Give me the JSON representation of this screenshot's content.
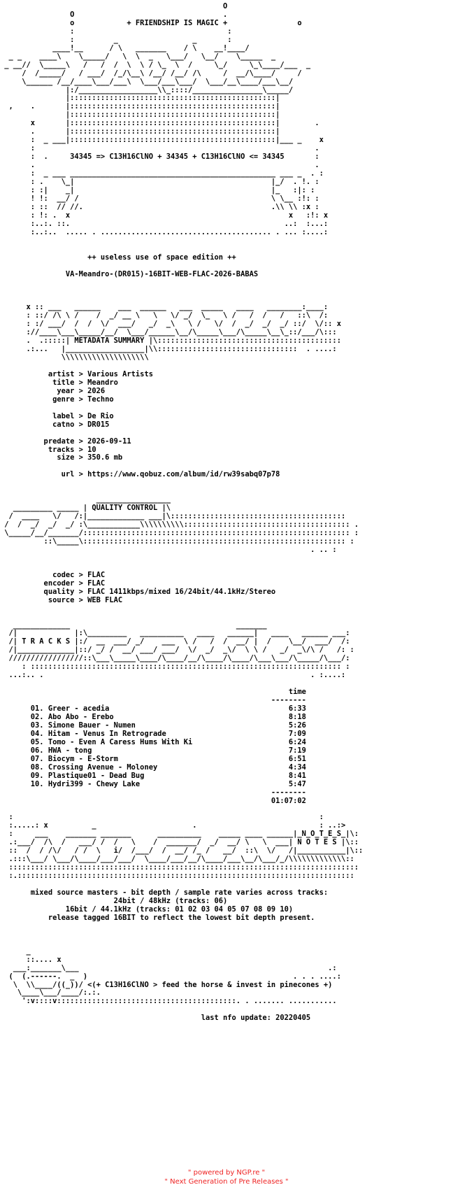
{
  "nfo_text": "                                                   O\n                O                                  .\n                o            + FRIENDSHIP IS MAGIC +                o\n                :                                   :\n                :         _                 _       :\n            ____!__      / \\   _______    / \\    __!____/\n  _ _    ____\\    \\_____/   \\  \\  _   \\___/   \\__/    \\_____  _\n _ __//  \\_____\\   /   /  /  \\  \\ / \\_  \\  /     \\_/     \\_\\____/___  _\n     /  /_____/   / ___/  /_/\\__\\ /__/ /__/ /\\     /  __/\\____/     /\n     \\______ /__/____\\___/___\\  \\___/___\\___/  \\___/__\\____/___\\__/\n               |:/__________________\\\\_::::/________________\\_____/\n               |:::::::::::::::::::::::::::::::::::::::::::::::|\n  ,    .       |:::::::::::::::::::::::::::::::::::::::::::::::|\n               |:::::::::::::::::::::::::::::::::::::::::::::::|\n       x       |:::::::::::::::::::::::::::::::::::::::::::::::|        .\n       .       |:::::::::::::::::::::::::::::::::::::::::::::::|\n       :  _ ___|:::::::::::::::::::::::::::::::::::::::::::::::|___ _    x\n       :                                                                .\n       :  .     34345 => C13H16ClNO + 34345 + C13H16ClNO <= 34345       :\n       .                                                                .\n       :  _ ___ _______________________________________________ ___ _  . :\n       : .    \\_|                                             |_/  . !. :\n       : :|    _|                                             |_   :|: :\n       ! !:  __/ /                                            \\ \\__ :!: :\n       : ::  // //.                                           .\\\\ \\\\ :x :\n       : !: .  x                                                  x   :!: x\n       :..:. ::.                                                 ..:  :...:\n       :..:..  ..... . ....................................... . ... :....:\n\n\n                    ++ useless use of space edition ++\n\n               VA-Meandro-(DR015)-16BIT-WEB-FLAC-2026-BABAS\n\n\n\n      x :: ___   ______    ___  ______   ___  _____   ____   ________:____:\n      : ::/ /\\ \\ /    /  _/ __ \\   \\   \\/ _/  \\_   \\ /   /  /   /   ::\\  /:\n      : :/ ___/  /  /  \\/  ___/   _/  _\\   \\ /   \\/  /  _/  _/  _/ ::/  \\/:: x\n      ://____\\___\\_____/__/  \\___/______\\__/\\_____\\___/\\_____\\__\\_::/___/\\:::\n      .  .:::::| METADATA SUMMARY |\\::::::::::::::::::::::::::::::::::::::::::\n      .:...   |__________________|\\\\::::::::::::::::::::::::::::::::  . ....:\n              \\\\\\\\\\\\\\\\\\\\\\\\\\\\\\\\\\\\\\\\\n\n           artist > Various Artists\n            title > Meandro\n             year > 2026\n            genre > Techno\n\n            label > De Rio\n            catno > DR015\n\n          predate > 2026-09-11\n           tracks > 10\n             size > 350.6 mb\n\n              url > https://www.qobuz.com/album/id/rw39sabq07p78\n\n\n                      _________________\n   _________ _____ | QUALITY CONTROL |\\\n  /  ____   \\/   /:|_____________ ___|\\::::::::::::::::::::::::::::::::::::::::\n /  /  _/  _/  _/ :\\____________\\\\\\\\\\\\\\\\\\\\:::::::::::::::::::::::::::::::::::::: .\n \\_____/__/_______/::::::::::::::::::::::::::::::::::::::::::::::::::::::::::::: :\n          ::\\_____\\:::::::::::::::::::::::::::::::::::::::::::::::::::::::::::: :\n                                                                       . .. :\n\n\n            codec > FLAC\n          encoder > FLAC\n          quality > FLAC 1411kbps/mixed 16/24bit/44.1kHz/Stereo\n           source > WEB FLAC\n\n\n   _____________                                      _______\n  /|             |:\\_________   __________   ____   ______|   ____   ______ ___:\n  /| T R A C K S |:/  __  ___/ _/    ___  \\ /   /  /  __/ |  /    \\__/  ___/  /:\n  /|_____________|::/ _/ /  __/ ___/ ___/  \\/  _/  _\\/  \\ \\ /   _/  _\\/\\ /   /: :\n  /////////////////::\\___\\_____\\____/\\____/__/\\____/\\____/\\___\\___/\\_____/\\___/:\n     : ::::::::::::::::::::::::::::::::::::::::::::::::::::::::::::::::::::::: :\n  ...:.. .                                                             . :....:\n\n                                                                  time\n                                                              --------\n       01. Greer - acedia                                         6:33\n       02. Abo Abo - Erebo                                        8:18\n       03. Simone Bauer - Numen                                   5:26\n       04. Hitam - Venus In Retrograde                            7:09\n       05. Tomo - Even A Caress Hums With Ki                      6:24\n       06. HWA - tong                                             7:19\n       07. Biocym - E-Storm                                       6:51\n       08. Crossing Avenue - Moloney                              4:34\n       09. Plastique01 - Dead Bug                                 8:41\n       10. Hydri399 - Chewy Lake                                  5:47\n                                                              --------\n                                                              01:07:02\n\n  :                                                                      :\n  :.....: x          _                      .                            : ..:>\n  :     ___    _______ _______      __________    _____ ____ ______|_N_O_T_E_S_|\\:\n  .:___/  /\\  /   ___/ /  /   \\    /  _______/  _/  __/ \\   \\  ___| N O T E S |\\::\n  ::  /  / /\\/   / /  \\   i/  /___/  /  __/ /_ /   __/  ::\\  \\/   /|___________|\\::\n  .:::\\___/ \\___/\\____/___/___/  \\____/___/__/\\____/___\\__/\\___/_/\\\\\\\\\\\\\\\\\\\\\\\\\\::\n  ::::::::::::::::::::::::::::::::::::::::::::::::::::::::::::::::::::::::::::::::\n  :.:::::::::::::::::::::::::::::::::::::::::::::::::::::::::::::::::::::::::::::\n\n       mixed source masters - bit depth / sample rate varies across tracks:\n                          24bit / 48kHz (tracks: 06)\n               16bit / 44.1kHz (tracks: 01 02 03 04 05 07 08 09 10)\n           release tagged 16BIT to reflect the lowest bit depth present.\n\n\n\n      _\n      ::.... x\n   ___:_______\\___                                                         .:\n  (  (.------.  _  )                                               . . . ....:\n   \\  \\\\____/((_))/ <(+ C13H16ClNO > feed the horse & invest in pinecones +)\n    \\____\\___/____/:.:.\n     ':v::::v:::::::::::::::::::::::::::::::::::::::::. . ....... ...........\n\n                                              last nfo update: 20220405",
  "footer": {
    "line1": "\" powered by NGP.re \"",
    "line2": "\" Next Generation of Pre Releases \""
  }
}
